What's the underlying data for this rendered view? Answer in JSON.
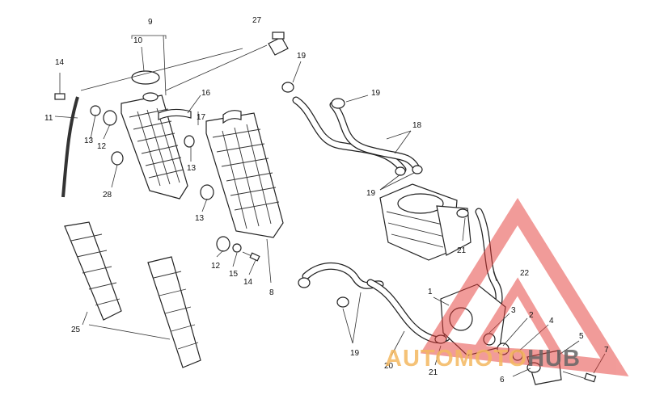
{
  "diagram": {
    "labels": [
      {
        "id": "9",
        "text": "9"
      },
      {
        "id": "10",
        "text": "10"
      },
      {
        "id": "14a",
        "text": "14"
      },
      {
        "id": "11",
        "text": "11"
      },
      {
        "id": "13a",
        "text": "13"
      },
      {
        "id": "12a",
        "text": "12"
      },
      {
        "id": "28",
        "text": "28"
      },
      {
        "id": "16",
        "text": "16"
      },
      {
        "id": "17",
        "text": "17"
      },
      {
        "id": "13b",
        "text": "13"
      },
      {
        "id": "13c",
        "text": "13"
      },
      {
        "id": "27",
        "text": "27"
      },
      {
        "id": "19a",
        "text": "19"
      },
      {
        "id": "19b",
        "text": "19"
      },
      {
        "id": "18",
        "text": "18"
      },
      {
        "id": "19c",
        "text": "19"
      },
      {
        "id": "21a",
        "text": "21"
      },
      {
        "id": "22",
        "text": "22"
      },
      {
        "id": "12b",
        "text": "12"
      },
      {
        "id": "15",
        "text": "15"
      },
      {
        "id": "14b",
        "text": "14"
      },
      {
        "id": "8",
        "text": "8"
      },
      {
        "id": "25",
        "text": "25"
      },
      {
        "id": "1",
        "text": "1"
      },
      {
        "id": "3",
        "text": "3"
      },
      {
        "id": "2",
        "text": "2"
      },
      {
        "id": "4",
        "text": "4"
      },
      {
        "id": "5",
        "text": "5"
      },
      {
        "id": "7",
        "text": "7"
      },
      {
        "id": "6",
        "text": "6"
      },
      {
        "id": "19d",
        "text": "19"
      },
      {
        "id": "20",
        "text": "20"
      },
      {
        "id": "21b",
        "text": "21"
      }
    ]
  },
  "watermark": {
    "part1": "AUTOMOTO",
    "part2": "HUB",
    "color_main": "#f4b860",
    "color_second": "#666666",
    "triangle_color": "#e53935"
  }
}
